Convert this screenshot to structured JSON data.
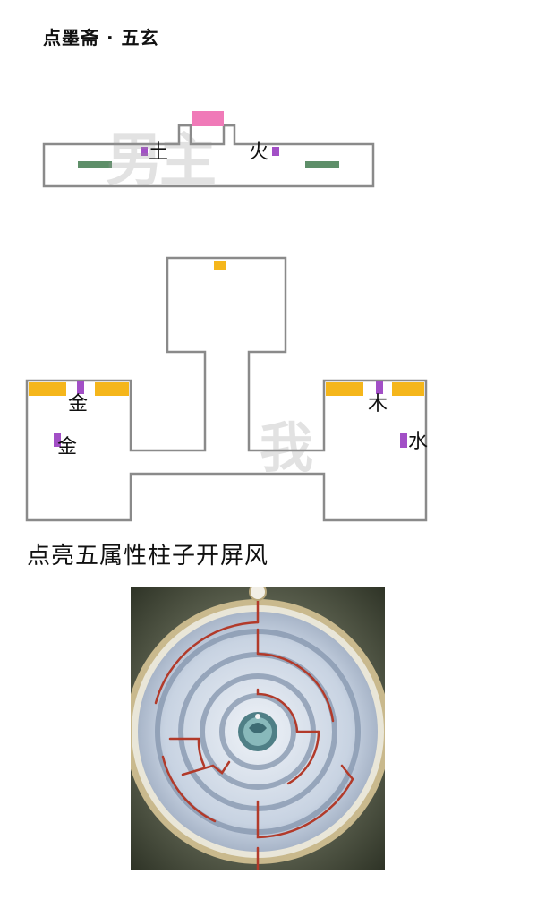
{
  "header": {
    "title": "点墨斋 · 五玄"
  },
  "watermarks": {
    "top": "男主",
    "middle": "我"
  },
  "top_room": {
    "labels": {
      "earth": "土",
      "fire": "火"
    }
  },
  "bottom_rooms": {
    "labels": {
      "gold_top": "金",
      "gold_side": "金",
      "wood": "木",
      "water": "水"
    }
  },
  "caption": "点亮五属性柱子开屏风",
  "colors": {
    "outline": "#8a8a8a",
    "pink": "#f07ab8",
    "purple": "#a24fc6",
    "green": "#5e8f69",
    "yellow": "#f5b61b",
    "puzzle_path": "#b23a2a"
  }
}
